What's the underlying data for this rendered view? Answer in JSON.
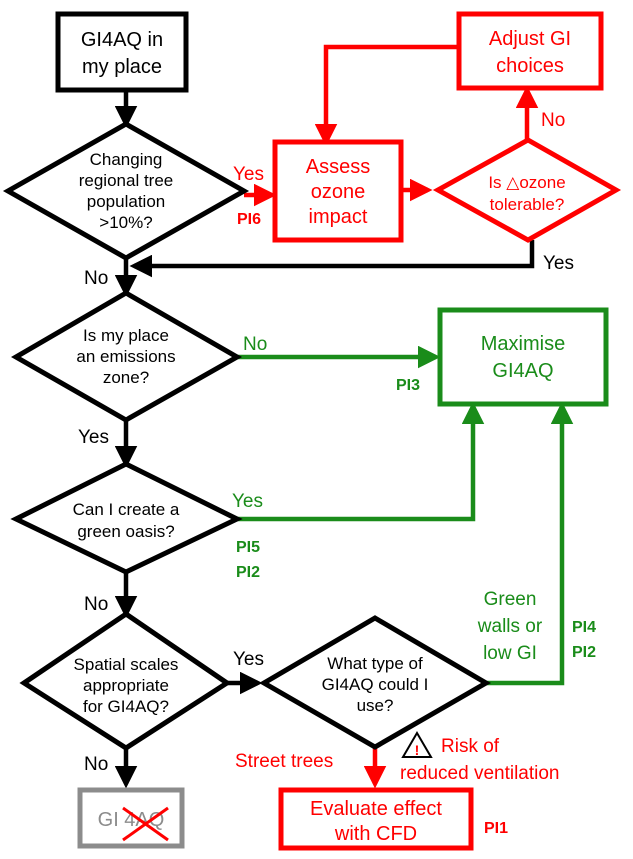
{
  "colors": {
    "black": "#000000",
    "red": "#ff0000",
    "green": "#1a8c1a",
    "gray": "#8c8c8c"
  },
  "nodes": {
    "start": [
      "GI4AQ in",
      "my place"
    ],
    "tree_question": [
      "Changing",
      "regional tree",
      "population",
      ">10%?"
    ],
    "assess_ozone": [
      "Assess",
      "ozone",
      "impact"
    ],
    "ozone_question": [
      "Is △ozone",
      "tolerable?"
    ],
    "adjust_gi": [
      "Adjust GI",
      "choices"
    ],
    "emissions_question": [
      "Is my place",
      "an emissions",
      "zone?"
    ],
    "maximise": [
      "Maximise",
      "GI4AQ"
    ],
    "oasis_question": [
      "Can I create a",
      "green oasis?"
    ],
    "spatial_question": [
      "Spatial scales",
      "appropriate",
      "for GI4AQ?"
    ],
    "type_question": [
      "What type of",
      "GI4AQ could I",
      "use?"
    ],
    "evaluate_cfd": [
      "Evaluate effect",
      "with CFD"
    ],
    "gi4aq_crossed": "GI 4AQ"
  },
  "labels": {
    "tree_yes": "Yes",
    "tree_no": "No",
    "ozone_no": "No",
    "ozone_yes": "Yes",
    "emissions_no": "No",
    "emissions_yes": "Yes",
    "oasis_yes": "Yes",
    "oasis_no": "No",
    "spatial_yes": "Yes",
    "spatial_no": "No",
    "green_walls": [
      "Green",
      "walls or",
      "low GI"
    ],
    "street_trees": "Street trees",
    "risk": [
      "Risk of",
      "reduced ventilation"
    ]
  },
  "pi_labels": {
    "pi6": "PI6",
    "pi3": "PI3",
    "pi5": "PI5",
    "pi2a": "PI2",
    "pi4": "PI4",
    "pi2b": "PI2",
    "pi1": "PI1"
  },
  "icons": {
    "warning": "warning-triangle-icon",
    "cross": "red-cross-icon"
  }
}
